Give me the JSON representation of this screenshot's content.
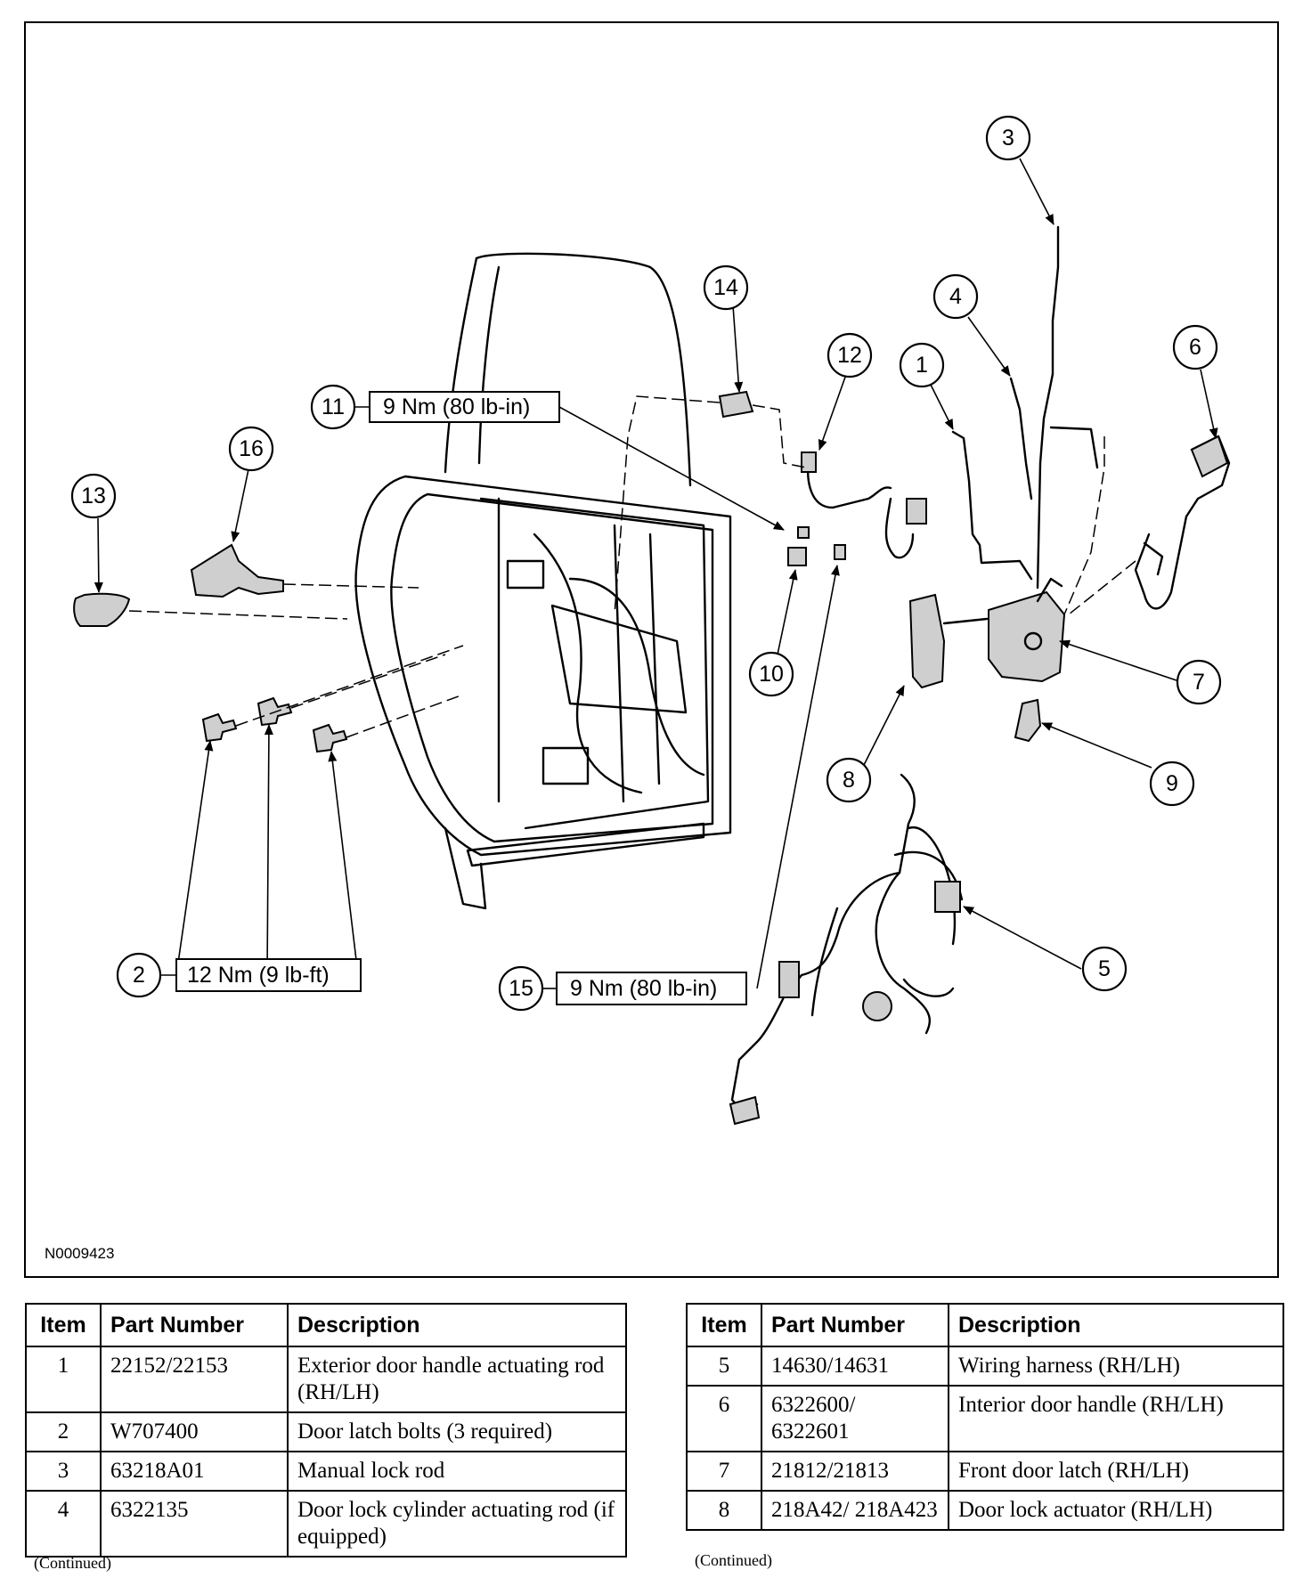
{
  "figure": {
    "id": "N0009423",
    "callouts": [
      "1",
      "2",
      "3",
      "4",
      "5",
      "6",
      "7",
      "8",
      "9",
      "10",
      "11",
      "12",
      "13",
      "14",
      "15",
      "16"
    ],
    "torque_specs": {
      "item_11": "9 Nm (80 lb-in)",
      "item_2": "12 Nm (9 lb-ft)",
      "item_15": "9 Nm (80 lb-in)"
    }
  },
  "tables": {
    "headers": {
      "item": "Item",
      "part_number": "Part Number",
      "description": "Description"
    },
    "left": [
      {
        "item": "1",
        "part_number": "22152/22153",
        "description": "Exterior door handle actuating rod (RH/LH)"
      },
      {
        "item": "2",
        "part_number": "W707400",
        "description": "Door latch bolts (3 required)"
      },
      {
        "item": "3",
        "part_number": "63218A01",
        "description": "Manual lock rod"
      },
      {
        "item": "4",
        "part_number": "6322135",
        "description": "Door lock cylinder actuating rod (if equipped)"
      }
    ],
    "right": [
      {
        "item": "5",
        "part_number": "14630/14631",
        "description": "Wiring harness (RH/LH)"
      },
      {
        "item": "6",
        "part_number": "6322600/ 6322601",
        "description": "Interior door handle (RH/LH)"
      },
      {
        "item": "7",
        "part_number": "21812/21813",
        "description": "Front door latch (RH/LH)"
      },
      {
        "item": "8",
        "part_number": "218A42/ 218A423",
        "description": "Door lock actuator (RH/LH)"
      }
    ],
    "continued_note": "(Continued)"
  }
}
